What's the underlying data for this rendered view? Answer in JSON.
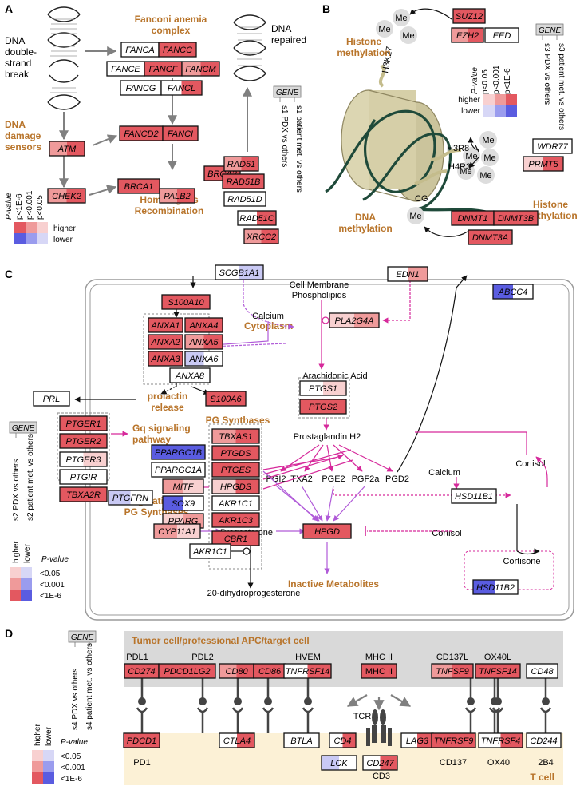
{
  "panels": {
    "a": "A",
    "b": "B",
    "c": "C",
    "d": "D"
  },
  "colors": {
    "accent": "#b8742a",
    "h": "#e35860",
    "m": "#ef9a9a",
    "l": "#f8d0d0",
    "b": "#5a5ce0",
    "bl": "#c9c9f4",
    "n": "#ffffff"
  },
  "panel_a": {
    "dna_break": [
      "DNA",
      "double-",
      "strand",
      "break"
    ],
    "dna_repaired": [
      "DNA",
      "repaired"
    ],
    "fanconi_title": [
      "Fanconi anemia",
      "complex"
    ],
    "sensors_title": [
      "DNA",
      "damage",
      "sensors"
    ],
    "hr_title": [
      "Homologous",
      "Recombination"
    ],
    "gene_header": "GENE",
    "cols": [
      "s1 PDX vs others",
      "s1 patient met. vs others"
    ],
    "legend": {
      "title": "P-value",
      "levels": [
        "p<1E-6",
        "p<0.001",
        "p<0.05"
      ],
      "higher": "higher",
      "lower": "lower"
    },
    "genes": [
      {
        "id": "FANCA",
        "c": [
          "n",
          "n"
        ]
      },
      {
        "id": "FANCC",
        "c": [
          "h",
          "h"
        ]
      },
      {
        "id": "FANCE",
        "c": [
          "n",
          "n"
        ]
      },
      {
        "id": "FANCF",
        "c": [
          "h",
          "h"
        ]
      },
      {
        "id": "FANCM",
        "c": [
          "m",
          "h"
        ]
      },
      {
        "id": "FANCG",
        "c": [
          "n",
          "n"
        ]
      },
      {
        "id": "FANCL",
        "c": [
          "n",
          "h"
        ]
      },
      {
        "id": "FANCD2",
        "c": [
          "h",
          "h"
        ]
      },
      {
        "id": "FANCI",
        "c": [
          "h",
          "h"
        ]
      },
      {
        "id": "ATM",
        "c": [
          "m",
          "h"
        ]
      },
      {
        "id": "CHEK2",
        "c": [
          "m",
          "h"
        ]
      },
      {
        "id": "BRCA1",
        "c": [
          "h",
          "h"
        ]
      },
      {
        "id": "PALB2",
        "c": [
          "m",
          "h"
        ]
      },
      {
        "id": "BRCA2",
        "c": [
          "h",
          "h"
        ]
      },
      {
        "id": "RAD51",
        "c": [
          "m",
          "h"
        ]
      },
      {
        "id": "RAD51B",
        "c": [
          "h",
          "h"
        ]
      },
      {
        "id": "RAD51D",
        "c": [
          "n",
          "n"
        ]
      },
      {
        "id": "RAD51C",
        "c": [
          "n",
          "h"
        ]
      },
      {
        "id": "XRCC2",
        "c": [
          "m",
          "h"
        ]
      }
    ]
  },
  "panel_b": {
    "me": "Me",
    "h3k27": "H3K27",
    "h3r8": "H3R8",
    "h4r3": "H4R3",
    "cg": "CG",
    "histone_title_1": [
      "Histone",
      "methylation"
    ],
    "histone_title_2": [
      "Histone",
      "methylation"
    ],
    "dna_meth_title": [
      "DNA",
      "methylation"
    ],
    "gene_header": "GENE",
    "cols": [
      "s3 PDX vs others",
      "s3 patient met. vs others"
    ],
    "legend": {
      "title": "P-value",
      "levels": [
        "p<0.05",
        "p<0.001",
        "p<1E-6"
      ],
      "higher": "higher",
      "lower": "lower"
    },
    "genes": [
      {
        "id": "SUZ12",
        "c": [
          "h",
          "h"
        ]
      },
      {
        "id": "EZH2",
        "c": [
          "m",
          "h"
        ]
      },
      {
        "id": "EED",
        "c": [
          "n",
          "n"
        ]
      },
      {
        "id": "WDR77",
        "c": [
          "n",
          "n"
        ]
      },
      {
        "id": "PRMT5",
        "c": [
          "l",
          "h"
        ]
      },
      {
        "id": "DNMT1",
        "c": [
          "h",
          "h"
        ]
      },
      {
        "id": "DNMT3B",
        "c": [
          "h",
          "h"
        ]
      },
      {
        "id": "DNMT3A",
        "c": [
          "h",
          "h"
        ]
      }
    ]
  },
  "panel_c": {
    "cell_membrane": [
      "Cell Membrane",
      "Phospholipids"
    ],
    "cytoplasm": "Cytoplasm",
    "calcium": "Calcium",
    "arachidonic": "Arachidonic Acid",
    "prolactin": [
      "prolactin",
      "release"
    ],
    "gq": [
      "Gq signaling",
      "pathway"
    ],
    "pg_synthases": "PG Synthases",
    "regulation": [
      "Regulation of",
      "PG Synthases"
    ],
    "prostaglandin": "Prostaglandin H2",
    "metabolites": [
      "PGI2",
      "TXA2",
      "PGE2",
      "PGF2a",
      "PGD2"
    ],
    "cortisol": "Cortisol",
    "cortisone": "Cortisone",
    "progesterone": "Progesterone",
    "dihydro": "20-dihydroprogesterone",
    "inactive": "Inactive Metabolites",
    "gene_header": "GENE",
    "cols": [
      "s2 PDX vs others",
      "s2 patient met. vs others"
    ],
    "legend": {
      "title": "P-value",
      "levels": [
        "<0.05",
        "<0.001",
        "<1E-6"
      ],
      "higher": "higher",
      "lower": "lower"
    },
    "genes": [
      {
        "id": "SCGB1A1",
        "c": [
          "n",
          "bl"
        ]
      },
      {
        "id": "EDN1",
        "c": [
          "n",
          "m"
        ]
      },
      {
        "id": "ABCC4",
        "c": [
          "b",
          "n"
        ]
      },
      {
        "id": "S100A10",
        "c": [
          "h",
          "h"
        ]
      },
      {
        "id": "ANXA1",
        "c": [
          "h",
          "h"
        ]
      },
      {
        "id": "ANXA4",
        "c": [
          "h",
          "h"
        ]
      },
      {
        "id": "ANXA2",
        "c": [
          "h",
          "h"
        ]
      },
      {
        "id": "ANXA5",
        "c": [
          "m",
          "h"
        ]
      },
      {
        "id": "ANXA3",
        "c": [
          "h",
          "h"
        ]
      },
      {
        "id": "ANXA6",
        "c": [
          "bl",
          "n"
        ]
      },
      {
        "id": "ANXA8",
        "c": [
          "n",
          "n"
        ]
      },
      {
        "id": "PLA2G4A",
        "c": [
          "l",
          "m"
        ]
      },
      {
        "id": "PTGS1",
        "c": [
          "n",
          "l"
        ]
      },
      {
        "id": "PTGS2",
        "c": [
          "h",
          "h"
        ]
      },
      {
        "id": "PRL",
        "c": [
          "n",
          "n"
        ]
      },
      {
        "id": "S100A6",
        "c": [
          "h",
          "h"
        ]
      },
      {
        "id": "PTGER1",
        "c": [
          "h",
          "h"
        ]
      },
      {
        "id": "PTGER2",
        "c": [
          "h",
          "h"
        ]
      },
      {
        "id": "PTGER3",
        "c": [
          "n",
          "l"
        ]
      },
      {
        "id": "PTGIR",
        "c": [
          "n",
          "n"
        ]
      },
      {
        "id": "TBXA2R",
        "c": [
          "h",
          "h"
        ]
      },
      {
        "id": "PTGFRN",
        "c": [
          "bl",
          "n"
        ]
      },
      {
        "id": "TBXAS1",
        "c": [
          "m",
          "h"
        ]
      },
      {
        "id": "PTGDS",
        "c": [
          "h",
          "h"
        ]
      },
      {
        "id": "PTGES",
        "c": [
          "h",
          "h"
        ]
      },
      {
        "id": "HPGDS",
        "c": [
          "l",
          "h"
        ]
      },
      {
        "id": "AKR1C1",
        "c": [
          "n",
          "n"
        ]
      },
      {
        "id": "AKR1C3",
        "c": [
          "h",
          "h"
        ]
      },
      {
        "id": "CBR1",
        "c": [
          "h",
          "h"
        ]
      },
      {
        "id": "PPARGC1B",
        "c": [
          "b",
          "b"
        ]
      },
      {
        "id": "PPARGC1A",
        "c": [
          "n",
          "n"
        ]
      },
      {
        "id": "MITF",
        "c": [
          "m",
          "l"
        ]
      },
      {
        "id": "SOX9",
        "c": [
          "b",
          "n"
        ]
      },
      {
        "id": "PPARG",
        "c": [
          "l",
          "m"
        ]
      },
      {
        "id": "CYP11A1",
        "c": [
          "m",
          "l"
        ]
      },
      {
        "id": "AKR1C1",
        "c": [
          "n",
          "n"
        ]
      },
      {
        "id": "HPGD",
        "c": [
          "h",
          "h"
        ]
      },
      {
        "id": "HSD11B1",
        "c": [
          "n",
          "n"
        ]
      },
      {
        "id": "HSD11B2",
        "c": [
          "b",
          "n"
        ]
      }
    ]
  },
  "panel_d": {
    "top_title": "Tumor cell/professional APC/target cell",
    "bottom_title": "T cell",
    "gene_header": "GENE",
    "cols": [
      "s4 PDX vs others",
      "s4 patient met. vs others"
    ],
    "legend": {
      "title": "P-value",
      "levels": [
        "<0.05",
        "<0.001",
        "<1E-6"
      ],
      "higher": "higher",
      "lower": "lower"
    },
    "ligand_labels": [
      "PDL1",
      "PDL2",
      "HVEM",
      "MHC II",
      "CD137L",
      "OX40L"
    ],
    "receptor_labels": [
      "PD1",
      "CD3",
      "CD137",
      "OX40",
      "2B4"
    ],
    "tcr": "TCR",
    "genes": [
      {
        "id": "CD274",
        "c": [
          "h",
          "h"
        ]
      },
      {
        "id": "PDCD1LG2",
        "c": [
          "h",
          "h"
        ]
      },
      {
        "id": "CD80",
        "c": [
          "m",
          "h"
        ]
      },
      {
        "id": "CD86",
        "c": [
          "h",
          "h"
        ]
      },
      {
        "id": "TNFRSF14",
        "c": [
          "n",
          "h"
        ]
      },
      {
        "id": "MHC II",
        "c": [
          "h",
          "h"
        ]
      },
      {
        "id": "TNFSF9",
        "c": [
          "m",
          "h"
        ]
      },
      {
        "id": "TNFSF14",
        "c": [
          "h",
          "h"
        ]
      },
      {
        "id": "CD48",
        "c": [
          "n",
          "n"
        ]
      },
      {
        "id": "PDCD1",
        "c": [
          "h",
          "h"
        ]
      },
      {
        "id": "CTLA4",
        "c": [
          "n",
          "h"
        ]
      },
      {
        "id": "BTLA",
        "c": [
          "n",
          "n"
        ]
      },
      {
        "id": "CD4",
        "c": [
          "n",
          "h"
        ]
      },
      {
        "id": "LAG3",
        "c": [
          "n",
          "h"
        ]
      },
      {
        "id": "TNFRSF9",
        "c": [
          "h",
          "h"
        ]
      },
      {
        "id": "TNFRSF4",
        "c": [
          "n",
          "h"
        ]
      },
      {
        "id": "CD244",
        "c": [
          "n",
          "n"
        ]
      },
      {
        "id": "LCK",
        "c": [
          "bl",
          "n"
        ]
      },
      {
        "id": "CD247",
        "c": [
          "n",
          "h"
        ]
      }
    ]
  }
}
